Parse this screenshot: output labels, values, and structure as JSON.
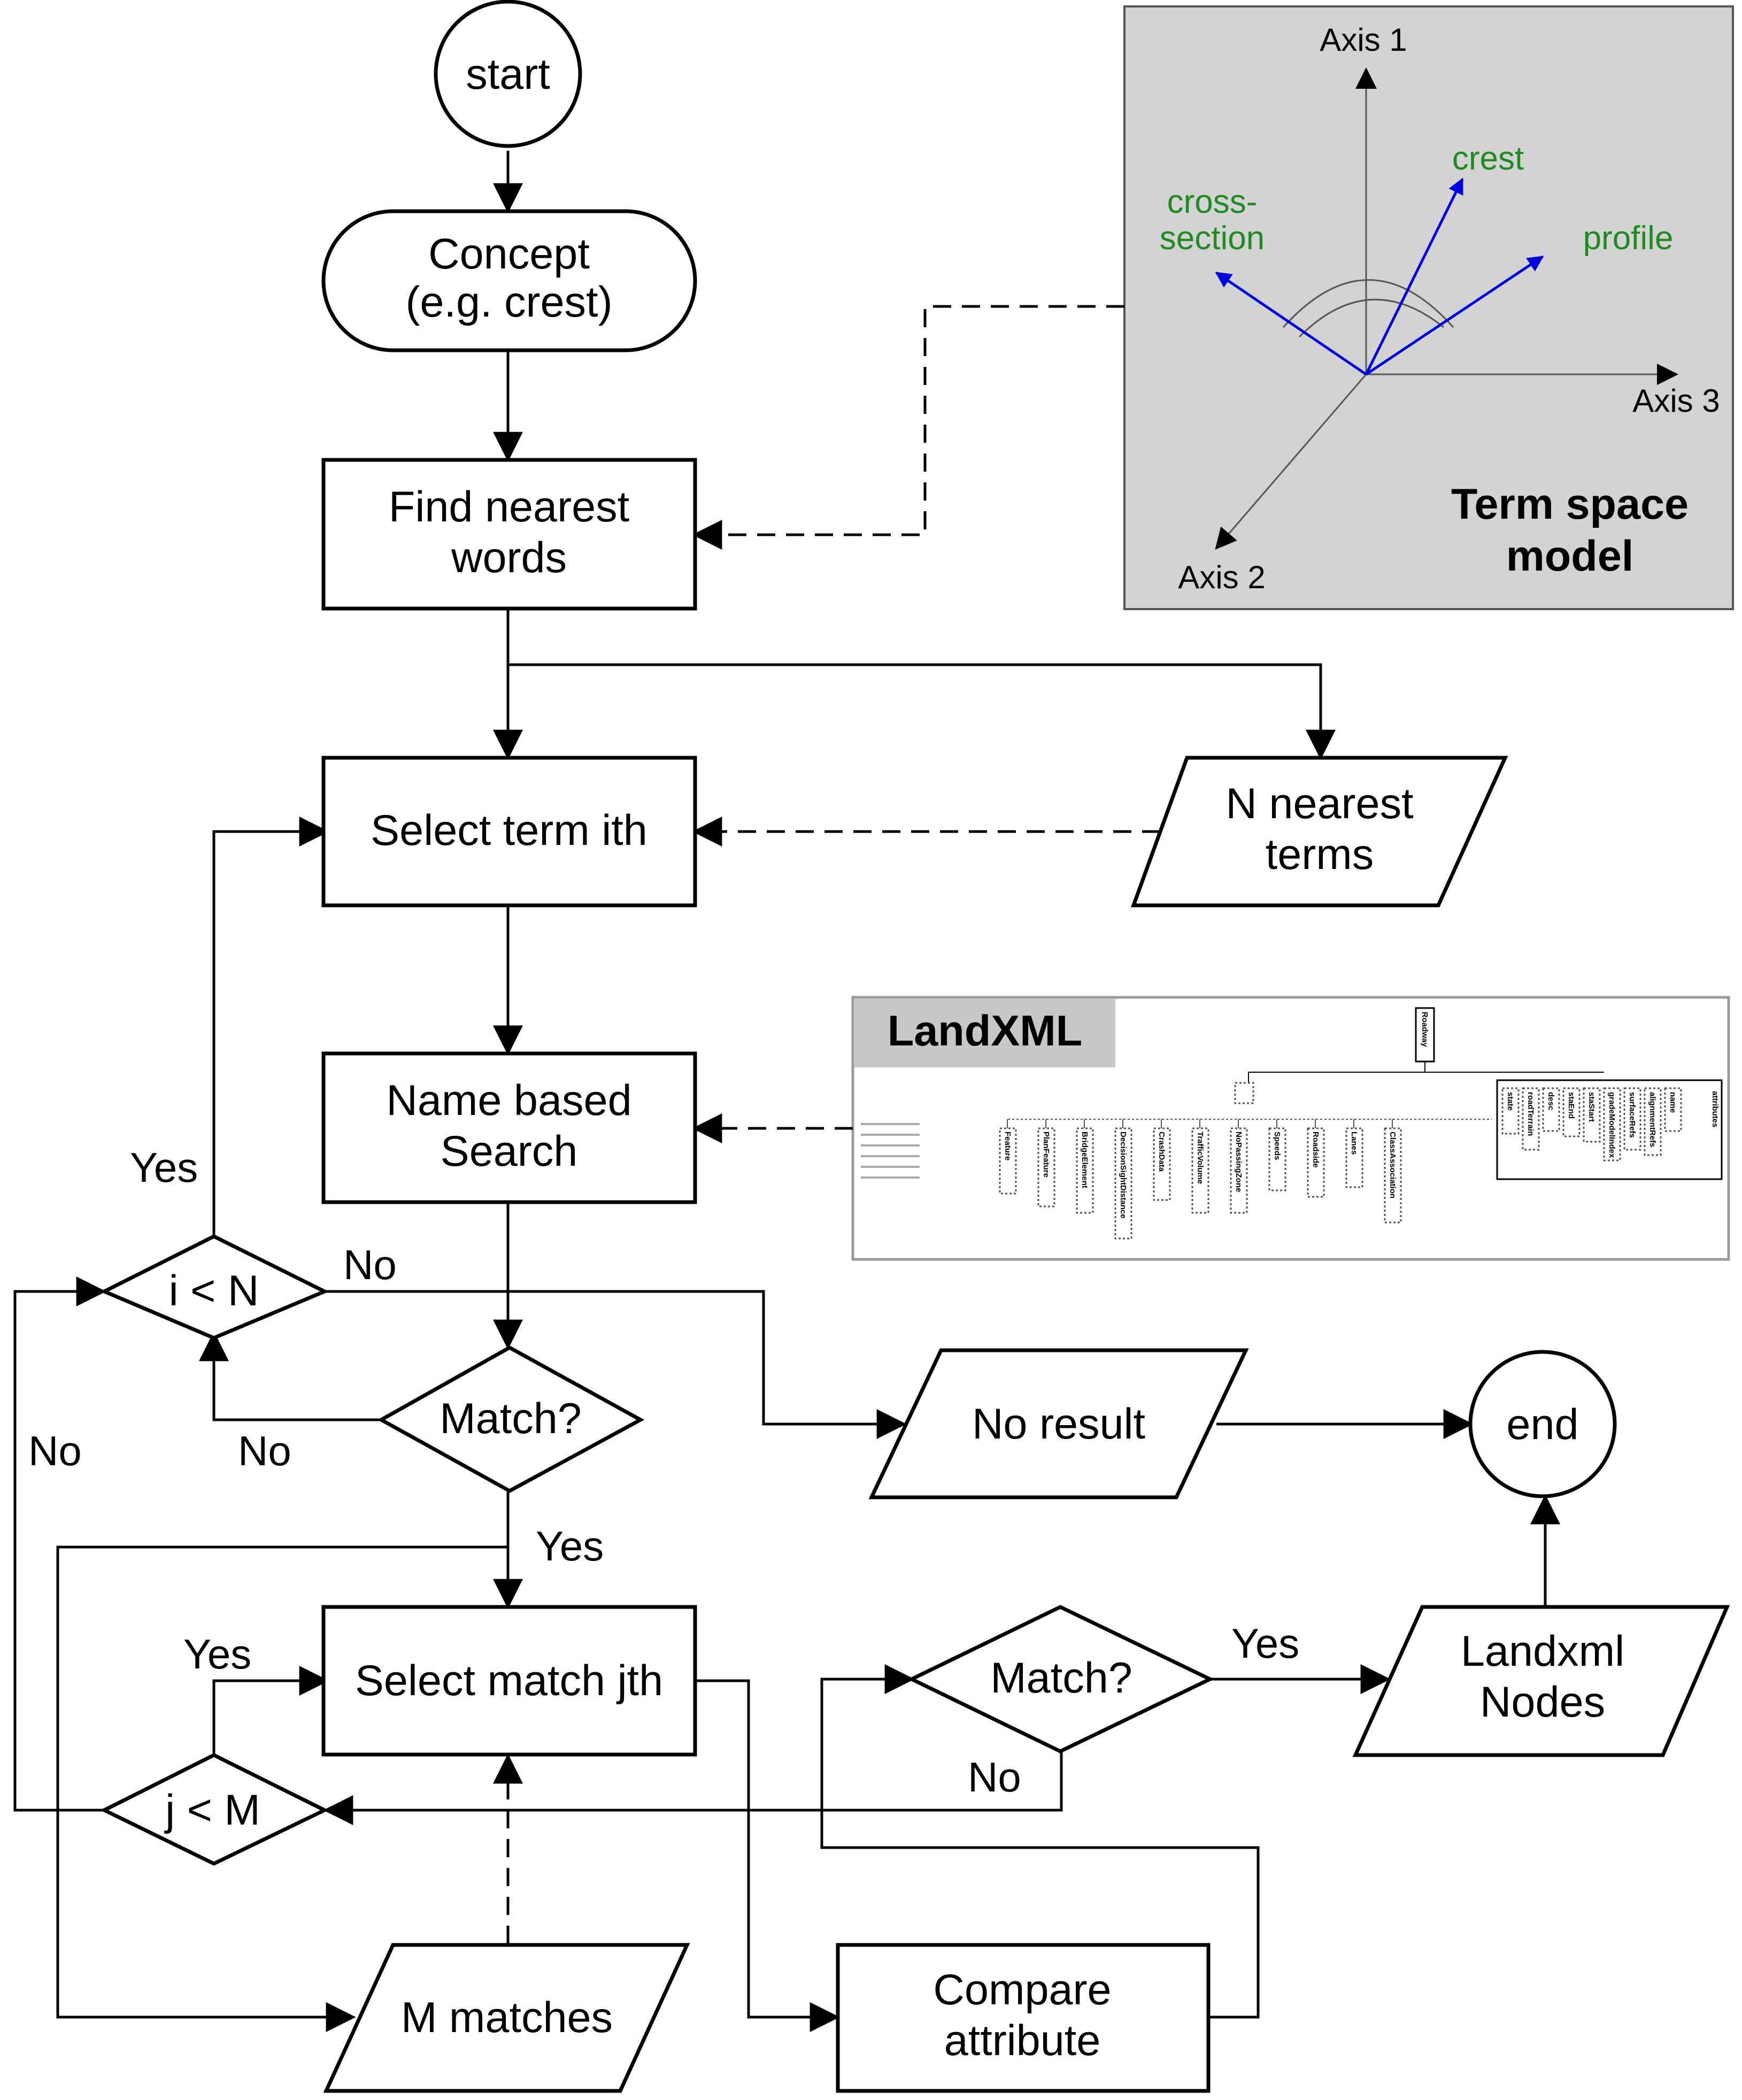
{
  "nodes": {
    "start": "start",
    "concept_line1": "Concept",
    "concept_line2": "(e.g. crest)",
    "find_line1": "Find nearest",
    "find_line2": "words",
    "select_term": "Select term ith",
    "n_nearest_line1": "N nearest",
    "n_nearest_line2": "terms",
    "name_based_line1": "Name based",
    "name_based_line2": "Search",
    "i_lt_n": "i < N",
    "match1": "Match?",
    "no_result": "No result",
    "end": "end",
    "select_match": "Select match jth",
    "match2": "Match?",
    "landxml_nodes_line1": "Landxml",
    "landxml_nodes_line2": "Nodes",
    "j_lt_m": "j < M",
    "m_matches": "M matches",
    "compare_line1": "Compare",
    "compare_line2": "attribute"
  },
  "edge_labels": {
    "yes_i": "Yes",
    "no_i": "No",
    "no_match1": "No",
    "yes_match1": "Yes",
    "no_j": "No",
    "yes_j": "Yes",
    "yes_match2": "Yes",
    "no_match2": "No"
  },
  "term_space": {
    "axis1": "Axis 1",
    "axis2": "Axis 2",
    "axis3": "Axis 3",
    "term_crest": "crest",
    "term_cross_line1": "cross-",
    "term_cross_line2": "section",
    "term_profile": "profile",
    "title_line1": "Term space",
    "title_line2": "model"
  },
  "landxml": {
    "title": "LandXML",
    "root": "Roadway",
    "attributes_label": "attributes",
    "children": [
      "Feature",
      "PlanFeature",
      "BridgeElement",
      "DecisionSightDistance",
      "CrashData",
      "TrafficVolume",
      "NoPassingZone",
      "Speeds",
      "Roadside",
      "Lanes",
      "ClassAssociation"
    ],
    "attributes": [
      "state",
      "roadTerrain",
      "desc",
      "staEnd",
      "staStart",
      "gradeModelIndex",
      "surfaceRefs",
      "alignmentRefs",
      "name"
    ]
  },
  "colors": {
    "term_panel_bg": "#d3d3d3",
    "vector": "#0000dd",
    "term_text": "#1f8a1f",
    "landxml_title_bg": "#c8c8c8"
  }
}
